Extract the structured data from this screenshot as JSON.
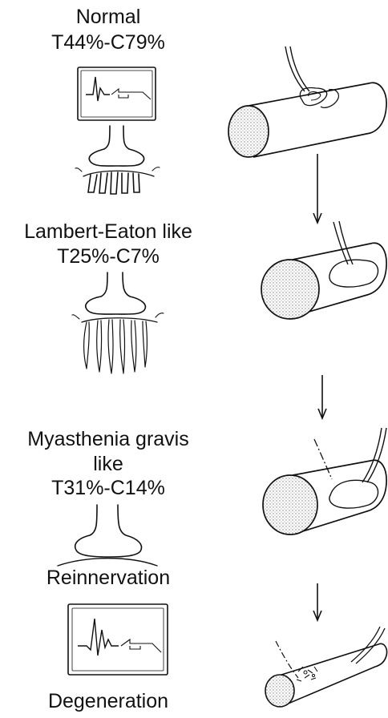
{
  "stages": [
    {
      "title": "Normal",
      "values": "T44%-C79%"
    },
    {
      "title": "Lambert-Eaton like",
      "values": "T25%-C7%"
    },
    {
      "title_line1": "Myasthenia gravis",
      "title_line2": "like",
      "values": "T31%-C14%"
    },
    {
      "title": "Reinnervation"
    },
    {
      "title": "Degeneration"
    }
  ],
  "colors": {
    "ink": "#111111",
    "stipple": "#777777",
    "paper": "#ffffff"
  },
  "icons": [
    "oscilloscope-icon",
    "nerve-terminal-icon",
    "muscle-fiber-icon",
    "arrow-down-icon"
  ]
}
